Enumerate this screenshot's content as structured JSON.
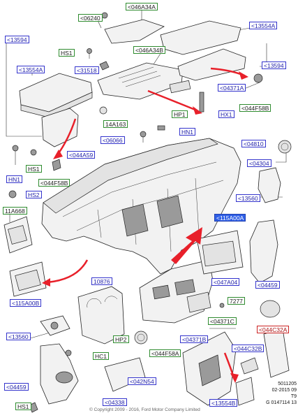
{
  "labels": {
    "l_046A34A": "<046A34A",
    "l_06240": "<06240",
    "l_13594_tl": "<13594",
    "l_HS1_top": "HS1",
    "l_046A34B": "<046A34B",
    "l_13554A": "<13554A",
    "l_13554A_tr": "<13554A",
    "l_31518": "<31518",
    "l_13594_r": "<13594",
    "l_04371A": "<04371A",
    "l_044F58B_r": "<044F58B",
    "l_HP1": "HP1",
    "l_HX1": "HX1",
    "l_14A163": "14A163",
    "l_HN1_mid": "HN1",
    "l_06066": "<06066",
    "l_044A59": "<044A59",
    "l_HS1_l": "HS1",
    "l_044F58B_l": "<044F58B",
    "l_HN1_l": "HN1",
    "l_04810": "<04810",
    "l_04304": "<04304",
    "l_HS2": "HS2",
    "l_13560_r": "<13560",
    "l_11A668": "11A668",
    "l_115A00A": "<115A00A",
    "l_047A04": "<047A04",
    "l_04459_r": "<04459",
    "l_115A00B": "<115A00B",
    "l_10876": "10876",
    "l_7277": "7277",
    "l_04371C": "<04371C",
    "l_044C32A": "<044C32A",
    "l_13560_l": "<13560",
    "l_HP2": "HP2",
    "l_04371B": "<04371B",
    "l_044C32B": "<044C32B",
    "l_HC1": "HC1",
    "l_044F58A": "<044F58A",
    "l_04459_l": "<04459",
    "l_042N54": "<042N54",
    "l_HS1_b": "HS1",
    "l_04338": "<04338",
    "l_13554B": "<13554B"
  },
  "reference": {
    "line1": "5011205",
    "line2": "02-2015 09",
    "line3": "T9",
    "line4": "G 0147114 13"
  },
  "copyright": "© Copyright 2009 - 2016, Ford Motor Company Limited",
  "colors": {
    "blue_label": "#3333cc",
    "green_label": "#2e8b2e",
    "red_label": "#cc2222",
    "highlight": "#2f5fe6",
    "arrow": "#e8202a"
  }
}
